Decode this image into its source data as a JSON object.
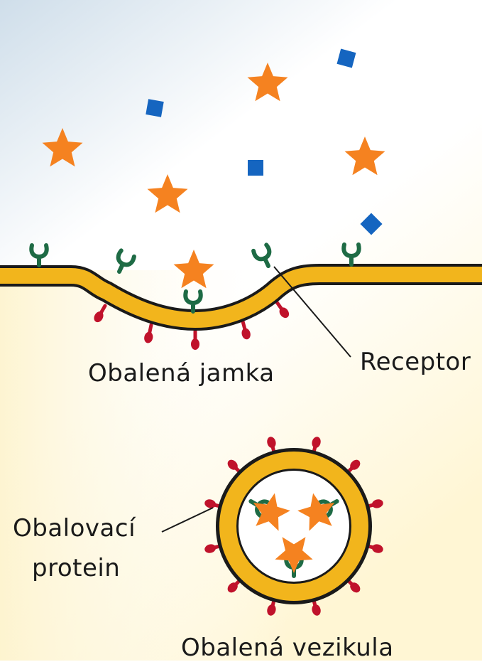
{
  "labels": {
    "coated_pit": "Obalená jamka",
    "receptor": "Receptor",
    "coat_protein_line1": "Obalovací",
    "coat_protein_line2": "protein",
    "coated_vesicle": "Obalená vezikula"
  },
  "colors": {
    "membrane_fill": "#f2b51c",
    "membrane_edge": "#1a1a1a",
    "ligand_star": "#f58220",
    "ligand_square": "#1565c0",
    "receptor": "#1e6b45",
    "coat_protein": "#c0122b",
    "exterior_top": "#d6e3ee",
    "interior_bottom": "#fff8dc"
  },
  "icons": {
    "ligand_a": "star",
    "ligand_b": "square",
    "receptor": "y-shaped-receptor",
    "coat": "red-spike"
  }
}
